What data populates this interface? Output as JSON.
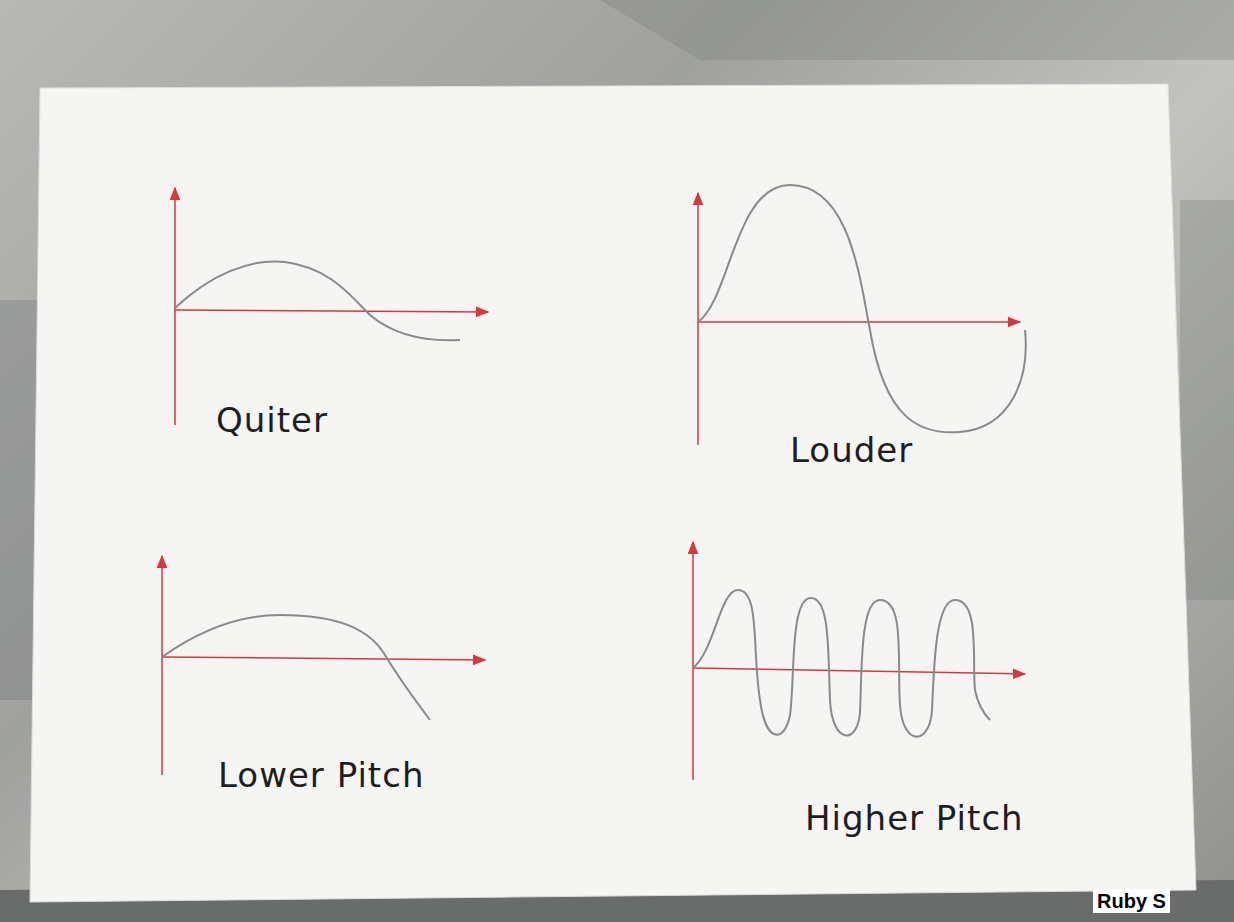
{
  "diagram": {
    "labels": [
      "Quiter",
      "Louder",
      "Lower Pitch",
      "Higher Pitch",
      "Ruby S"
    ]
  }
}
